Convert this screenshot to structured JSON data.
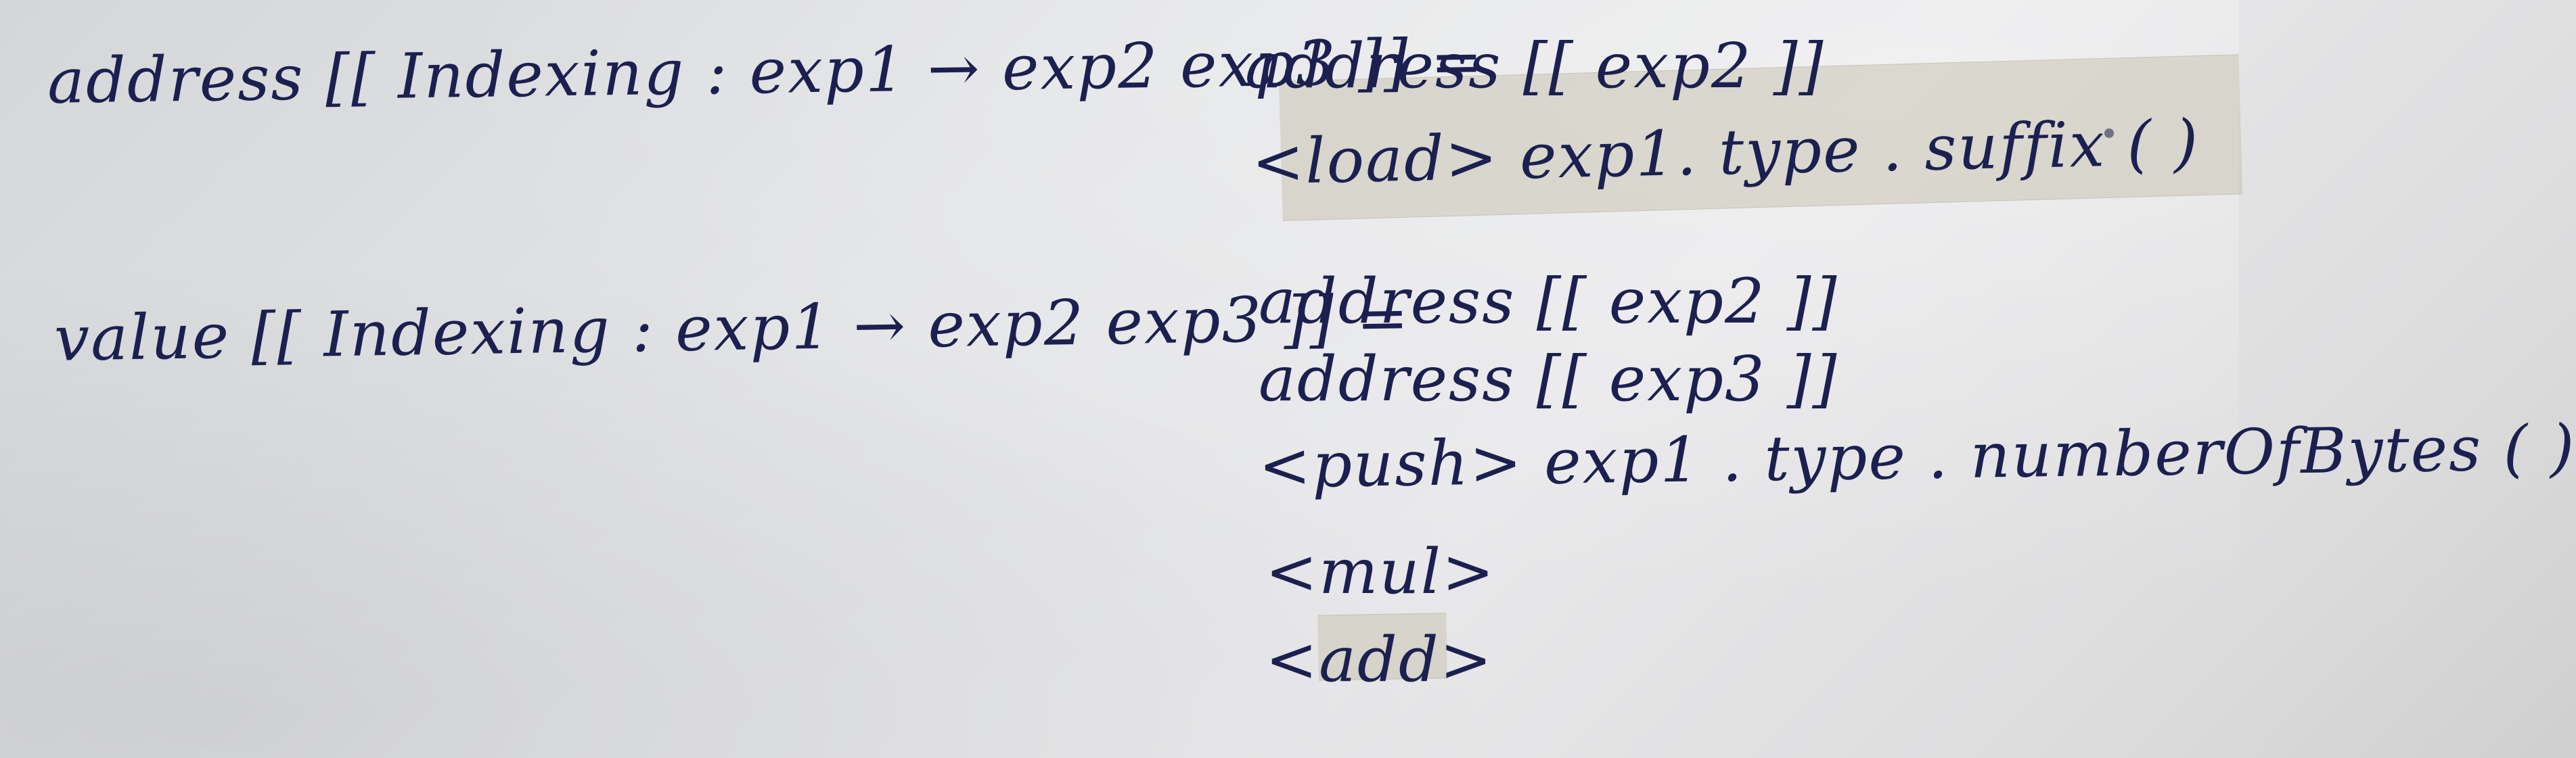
{
  "note": {
    "rule_address": {
      "lhs": "address [[ Indexing : exp1 → exp2 exp3 ]] =",
      "rhs": [
        "address [[ exp2 ]]",
        "<load> exp1. type . suffix ( )"
      ]
    },
    "rule_value": {
      "lhs": "value [[ Indexing : exp1 → exp2 exp3 ]] =",
      "rhs": [
        "address [[ exp2 ]]",
        "address [[ exp3 ]]",
        "<push> exp1 . type . numberOfBytes ( )",
        "<mul>",
        "<add>"
      ]
    }
  },
  "colors": {
    "ink": "#1c2050",
    "paper": "#e3e4e6",
    "tape": "#c8c4b2"
  }
}
